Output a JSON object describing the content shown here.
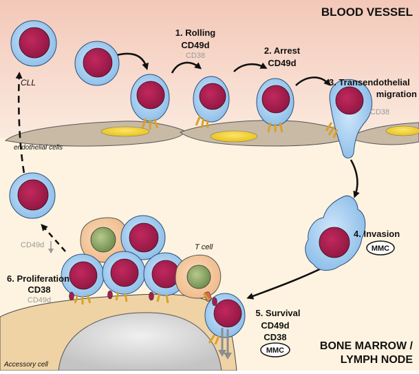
{
  "regions": {
    "top": "BLOOD VESSEL",
    "bottom_line1": "BONE MARROW /",
    "bottom_line2": "LYMPH NODE"
  },
  "labels": {
    "cll": "CLL",
    "endothelial": "endothelial cells",
    "accessory": "Accessory cell",
    "t_cell": "T cell"
  },
  "steps": [
    {
      "title": "1. Rolling",
      "molecules": [
        "CD49d"
      ],
      "secondary": [
        "CD38"
      ]
    },
    {
      "title": "2. Arrest",
      "molecules": [
        "CD49d"
      ],
      "secondary": []
    },
    {
      "title_line1": "3. Transendothelial",
      "title_line2": "migration",
      "secondary": [
        "CD38"
      ]
    },
    {
      "title": "4. Invasion",
      "badge": "MMC"
    },
    {
      "title": "5. Survival",
      "molecules": [
        "CD49d",
        "CD38"
      ],
      "badge": "MMC"
    },
    {
      "title": "6. Proliferation",
      "molecules": [
        "CD38"
      ],
      "secondary": [
        "CD49d"
      ]
    }
  ],
  "cd49d_down": "CD49d",
  "colors": {
    "vessel_top": "#f4cfc0",
    "vessel_bottom": "#fbeee2",
    "tissue": "#fdf3e0",
    "endothelium": "#c6b9a6",
    "nucleus_yellow": "#f2cf2a",
    "cll_membrane": "#9fc9ee",
    "cll_nucleus": "#a51e4e",
    "tcell_body": "#f5c9a0",
    "tcell_nucleus": "#8ea66a",
    "accessory_body": "#efd3a5",
    "accessory_nucleus": "#d8d8d8",
    "receptor": "#d9a12a",
    "gray_text": "#999999"
  }
}
